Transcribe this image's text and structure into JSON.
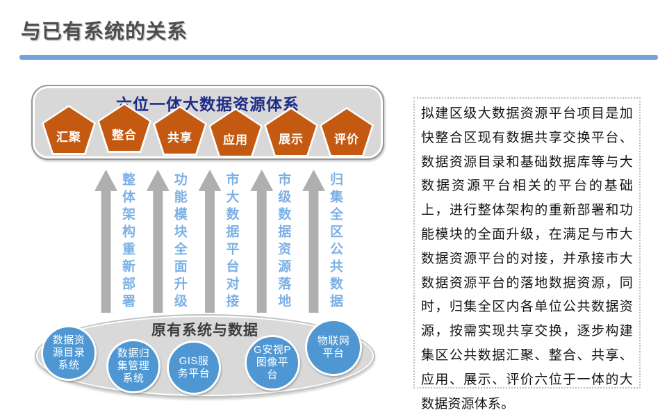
{
  "slide": {
    "title": "与已有系统的关系"
  },
  "colors": {
    "title_gray": "#4d4d4d",
    "underline_blue": "#76A2DA",
    "panel_gray": "#D8D8D8",
    "panel_title_navy": "#1F2C87",
    "pentagon_orange": "#C45A11",
    "arrow_gray": "#AFAFAF",
    "vertical_label_blue": "#7CB0E6",
    "circle_blue": "#4E97D3"
  },
  "top_box": {
    "title": "六位一体大数据资源体系",
    "pentagons": [
      {
        "label": "汇聚"
      },
      {
        "label": "整合"
      },
      {
        "label": "共享"
      },
      {
        "label": "应用"
      },
      {
        "label": "展示"
      },
      {
        "label": "评价"
      }
    ]
  },
  "arrows": [
    {
      "label": "整体架构重新部署"
    },
    {
      "label": "功能模块全面升级"
    },
    {
      "label": "市大数据平台对接"
    },
    {
      "label": "市级数据资源落地"
    },
    {
      "label": "归集全区公共数据"
    }
  ],
  "ellipse": {
    "title": "原有系统与数据",
    "circles": [
      {
        "label": "数据资\n源目录\n系统"
      },
      {
        "label": "数据归\n集管理\n系统"
      },
      {
        "label": "GIS服\n务平台"
      },
      {
        "label": "G安视P\n图像平\n台"
      },
      {
        "label": "物联网\n平台"
      }
    ]
  },
  "description": {
    "text": "拟建区级大数据资源平台项目是加快整合区现有数据共享交换平台、数据资源目录和基础数据库等与大数据资源平台相关的平台的基础上，进行整体架构的重新部署和功能模块的全面升级，在满足与市大数据资源平台的对接，并承接市大数据资源平台的落地数据资源，同时，归集全区内各单位公共数据资源，按需实现共享交换，逐步构建集区公共数据汇聚、整合、共享、应用、展示、评价六位于一体的大数据资源体系。"
  }
}
